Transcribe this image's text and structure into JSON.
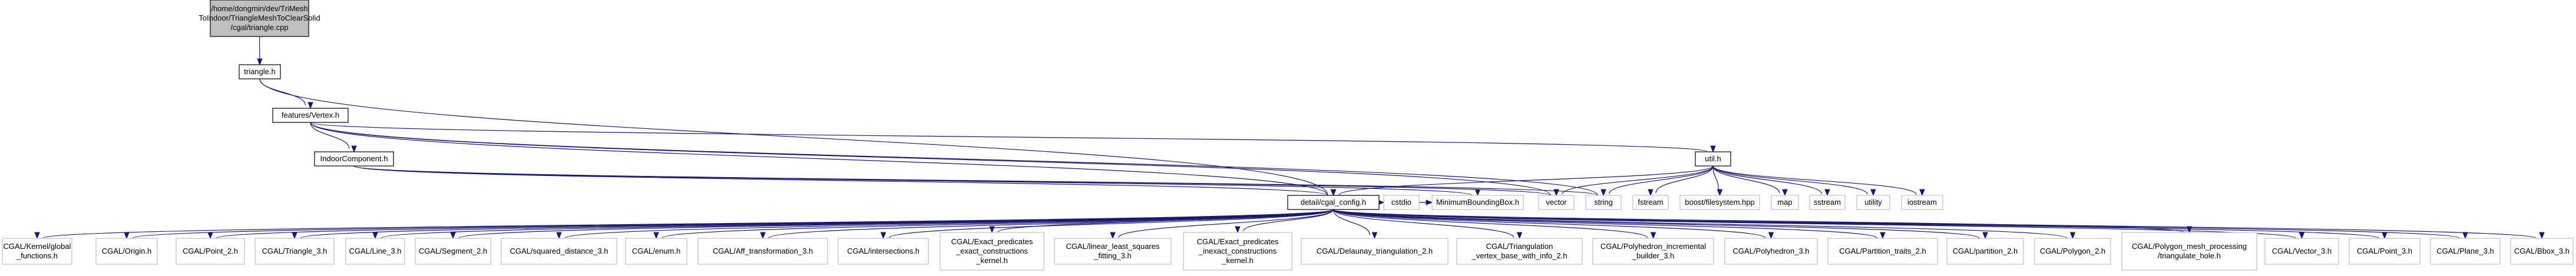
{
  "diagram": {
    "type": "include-dependency-graph",
    "colors": {
      "edge": "#191970",
      "root_fill": "#c0c0c0",
      "box_border": "#bfbfbf",
      "linked_border": "#000000"
    },
    "nodes": [
      {
        "id": "root",
        "lines": [
          "/home/dongmin/dev/TriMesh",
          "ToIndoor/TriangleMeshToClearSolid",
          "/cgal/triangle.cpp"
        ]
      },
      {
        "id": "triangle_h",
        "lines": [
          "triangle.h"
        ]
      },
      {
        "id": "features_vertex_h",
        "lines": [
          "features/Vertex.h"
        ]
      },
      {
        "id": "indoorcomponent_h",
        "lines": [
          "IndoorComponent.h"
        ]
      },
      {
        "id": "util_h",
        "lines": [
          "util.h"
        ]
      },
      {
        "id": "cgal_config_h",
        "lines": [
          "detail/cgal_config.h"
        ]
      },
      {
        "id": "cstdio",
        "lines": [
          "cstdio"
        ]
      },
      {
        "id": "minimumboundingbox_h",
        "lines": [
          "MinimumBoundingBox.h"
        ]
      },
      {
        "id": "vector",
        "lines": [
          "vector"
        ]
      },
      {
        "id": "string",
        "lines": [
          "string"
        ]
      },
      {
        "id": "fstream",
        "lines": [
          "fstream"
        ]
      },
      {
        "id": "boost_filesystem",
        "lines": [
          "boost/filesystem.hpp"
        ]
      },
      {
        "id": "map",
        "lines": [
          "map"
        ]
      },
      {
        "id": "sstream",
        "lines": [
          "sstream"
        ]
      },
      {
        "id": "utility",
        "lines": [
          "utility"
        ]
      },
      {
        "id": "iostream",
        "lines": [
          "iostream"
        ]
      },
      {
        "id": "cgal_kernel_global_functions",
        "lines": [
          "CGAL/Kernel/global",
          "_functions.h"
        ]
      },
      {
        "id": "cgal_origin",
        "lines": [
          "CGAL/Origin.h"
        ]
      },
      {
        "id": "cgal_point_2",
        "lines": [
          "CGAL/Point_2.h"
        ]
      },
      {
        "id": "cgal_triangle_3",
        "lines": [
          "CGAL/Triangle_3.h"
        ]
      },
      {
        "id": "cgal_line_3",
        "lines": [
          "CGAL/Line_3.h"
        ]
      },
      {
        "id": "cgal_segment_2",
        "lines": [
          "CGAL/Segment_2.h"
        ]
      },
      {
        "id": "cgal_squared_distance_3",
        "lines": [
          "CGAL/squared_distance_3.h"
        ]
      },
      {
        "id": "cgal_enum",
        "lines": [
          "CGAL/enum.h"
        ]
      },
      {
        "id": "cgal_aff_transformation_3",
        "lines": [
          "CGAL/Aff_transformation_3.h"
        ]
      },
      {
        "id": "cgal_intersections",
        "lines": [
          "CGAL/intersections.h"
        ]
      },
      {
        "id": "cgal_exact_predicates_exact",
        "lines": [
          "CGAL/Exact_predicates",
          "_exact_constructions",
          "_kernel.h"
        ]
      },
      {
        "id": "cgal_linear_least_squares",
        "lines": [
          "CGAL/linear_least_squares",
          "_fitting_3.h"
        ]
      },
      {
        "id": "cgal_exact_predicates_inexact",
        "lines": [
          "CGAL/Exact_predicates",
          "_inexact_constructions",
          "_kernel.h"
        ]
      },
      {
        "id": "cgal_delaunay_triangulation_2",
        "lines": [
          "CGAL/Delaunay_triangulation_2.h"
        ]
      },
      {
        "id": "cgal_triangulation_vertex_base",
        "lines": [
          "CGAL/Triangulation",
          "_vertex_base_with_info_2.h"
        ]
      },
      {
        "id": "cgal_polyhedron_incremental_builder",
        "lines": [
          "CGAL/Polyhedron_incremental",
          "_builder_3.h"
        ]
      },
      {
        "id": "cgal_polyhedron_3",
        "lines": [
          "CGAL/Polyhedron_3.h"
        ]
      },
      {
        "id": "cgal_partition_traits_2",
        "lines": [
          "CGAL/Partition_traits_2.h"
        ]
      },
      {
        "id": "cgal_partition_2",
        "lines": [
          "CGAL/partition_2.h"
        ]
      },
      {
        "id": "cgal_polygon_2",
        "lines": [
          "CGAL/Polygon_2.h"
        ]
      },
      {
        "id": "cgal_polygon_mesh_processing",
        "lines": [
          "CGAL/Polygon_mesh_processing",
          "/triangulate_hole.h"
        ]
      },
      {
        "id": "cgal_vector_3",
        "lines": [
          "CGAL/Vector_3.h"
        ]
      },
      {
        "id": "cgal_point_3",
        "lines": [
          "CGAL/Point_3.h"
        ]
      },
      {
        "id": "cgal_plane_3",
        "lines": [
          "CGAL/Plane_3.h"
        ]
      },
      {
        "id": "cgal_bbox_3",
        "lines": [
          "CGAL/Bbox_3.h"
        ]
      }
    ],
    "edges": [
      [
        "root",
        "triangle_h"
      ],
      [
        "triangle_h",
        "features_vertex_h"
      ],
      [
        "triangle_h",
        "cgal_config_h"
      ],
      [
        "features_vertex_h",
        "indoorcomponent_h"
      ],
      [
        "features_vertex_h",
        "util_h"
      ],
      [
        "features_vertex_h",
        "cgal_config_h"
      ],
      [
        "features_vertex_h",
        "vector"
      ],
      [
        "features_vertex_h",
        "string"
      ],
      [
        "indoorcomponent_h",
        "cgal_config_h"
      ],
      [
        "indoorcomponent_h",
        "minimumboundingbox_h"
      ],
      [
        "indoorcomponent_h",
        "vector"
      ],
      [
        "indoorcomponent_h",
        "string"
      ],
      [
        "util_h",
        "cgal_config_h"
      ],
      [
        "util_h",
        "vector"
      ],
      [
        "util_h",
        "string"
      ],
      [
        "util_h",
        "fstream"
      ],
      [
        "util_h",
        "boost_filesystem"
      ],
      [
        "util_h",
        "map"
      ],
      [
        "util_h",
        "sstream"
      ],
      [
        "util_h",
        "utility"
      ],
      [
        "util_h",
        "iostream"
      ],
      [
        "cgal_config_h",
        "cstdio"
      ],
      [
        "cgal_config_h",
        "minimumboundingbox_h"
      ],
      [
        "cgal_config_h",
        "cgal_kernel_global_functions"
      ],
      [
        "cgal_config_h",
        "cgal_origin"
      ],
      [
        "cgal_config_h",
        "cgal_point_2"
      ],
      [
        "cgal_config_h",
        "cgal_triangle_3"
      ],
      [
        "cgal_config_h",
        "cgal_line_3"
      ],
      [
        "cgal_config_h",
        "cgal_segment_2"
      ],
      [
        "cgal_config_h",
        "cgal_squared_distance_3"
      ],
      [
        "cgal_config_h",
        "cgal_enum"
      ],
      [
        "cgal_config_h",
        "cgal_aff_transformation_3"
      ],
      [
        "cgal_config_h",
        "cgal_intersections"
      ],
      [
        "cgal_config_h",
        "cgal_exact_predicates_exact"
      ],
      [
        "cgal_config_h",
        "cgal_linear_least_squares"
      ],
      [
        "cgal_config_h",
        "cgal_exact_predicates_inexact"
      ],
      [
        "cgal_config_h",
        "cgal_delaunay_triangulation_2"
      ],
      [
        "cgal_config_h",
        "cgal_triangulation_vertex_base"
      ],
      [
        "cgal_config_h",
        "cgal_polyhedron_incremental_builder"
      ],
      [
        "cgal_config_h",
        "cgal_polyhedron_3"
      ],
      [
        "cgal_config_h",
        "cgal_partition_traits_2"
      ],
      [
        "cgal_config_h",
        "cgal_partition_2"
      ],
      [
        "cgal_config_h",
        "cgal_polygon_2"
      ],
      [
        "cgal_config_h",
        "cgal_polygon_mesh_processing"
      ],
      [
        "cgal_config_h",
        "cgal_vector_3"
      ],
      [
        "cgal_config_h",
        "cgal_point_3"
      ],
      [
        "cgal_config_h",
        "cgal_plane_3"
      ],
      [
        "cgal_config_h",
        "cgal_bbox_3"
      ]
    ]
  }
}
